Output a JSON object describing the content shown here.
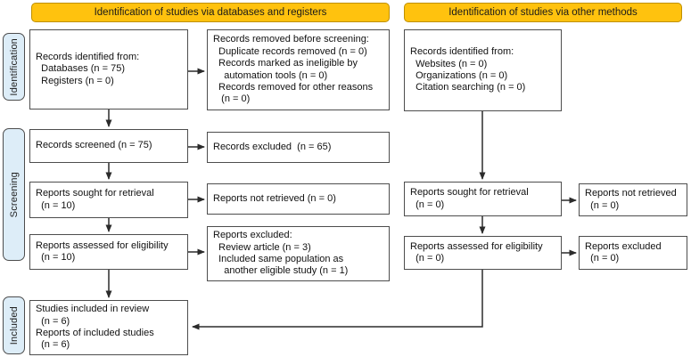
{
  "colors": {
    "header_fill": "#FFC20E",
    "header_border": "#BF9000",
    "side_label_fill": "#DDEDF8",
    "side_label_border": "#4D4D4D",
    "box_border": "#4D4D4D",
    "box_fill": "#FFFFFF",
    "arrow": "#2B2B2B",
    "text": "#111111"
  },
  "headers": {
    "databases": "Identification of studies via databases and registers",
    "other": "Identification of studies via other methods"
  },
  "side_labels": {
    "identification": "Identification",
    "screening": "Screening",
    "included": "Included"
  },
  "boxes": {
    "records_identified_db": "Records identified from:\n  Databases (n = 75)\n  Registers (n = 0)",
    "records_removed": "Records removed before screening:\n  Duplicate records removed (n = 0)\n  Records marked as ineligible by\n    automation tools (n = 0)\n  Records removed for other reasons\n   (n = 0)",
    "records_identified_other": "Records identified from:\n  Websites (n = 0)\n  Organizations (n = 0)\n  Citation searching (n = 0)",
    "records_screened": "Records screened (n = 75)",
    "records_excluded": "Records excluded  (n = 65)",
    "reports_sought_db": "Reports sought for retrieval\n  (n = 10)",
    "reports_not_retrieved_db": "Reports not retrieved (n = 0)",
    "reports_sought_other": "Reports sought for retrieval\n  (n = 0)",
    "reports_not_retrieved_other": "Reports not retrieved\n  (n = 0)",
    "reports_assessed_db": "Reports assessed for eligibility\n  (n = 10)",
    "reports_excluded_detail": "Reports excluded:\n  Review article (n = 3)\n  Included same population as\n    another eligible study (n = 1)",
    "reports_assessed_other": "Reports assessed for eligibility\n  (n = 0)",
    "reports_excluded_other": "Reports excluded\n  (n = 0)",
    "studies_included": "Studies included in review\n  (n = 6)\nReports of included studies\n  (n = 6)"
  }
}
